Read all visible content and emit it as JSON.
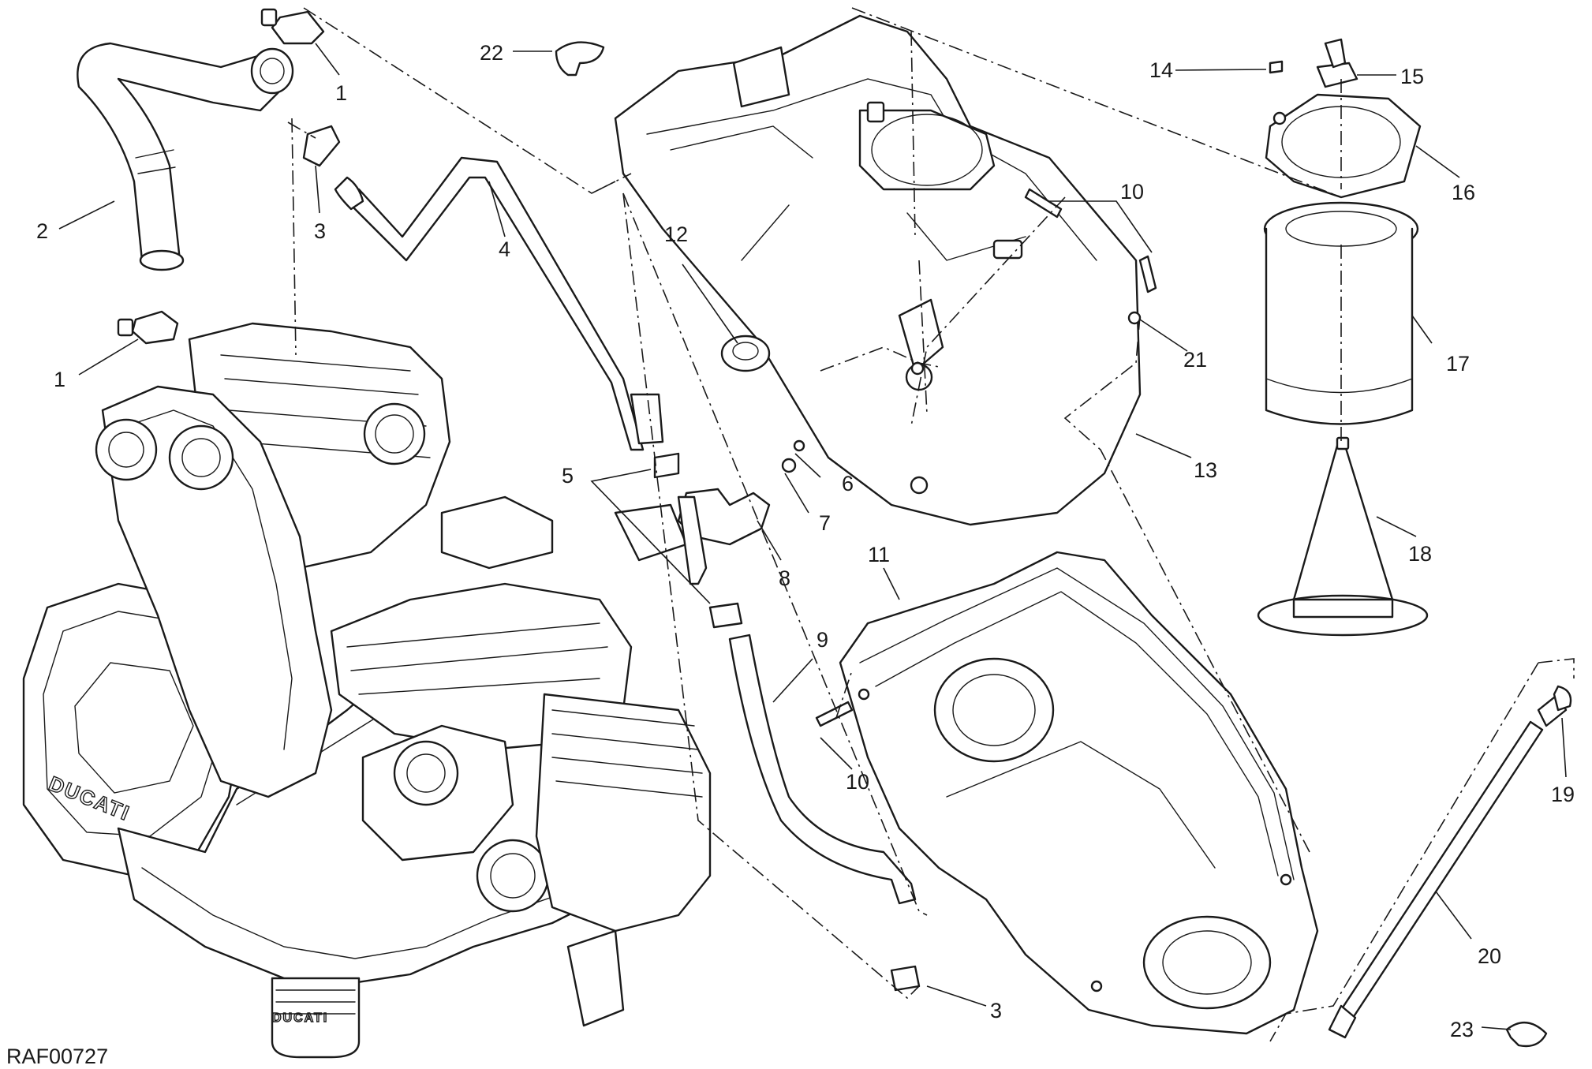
{
  "diagram": {
    "code": "RAF00727",
    "brand_mark": "DUCATI",
    "callouts": [
      "1",
      "1",
      "2",
      "3",
      "3",
      "4",
      "5",
      "6",
      "7",
      "8",
      "9",
      "10",
      "10",
      "11",
      "12",
      "13",
      "14",
      "15",
      "16",
      "17",
      "18",
      "19",
      "20",
      "21",
      "22",
      "23"
    ]
  }
}
